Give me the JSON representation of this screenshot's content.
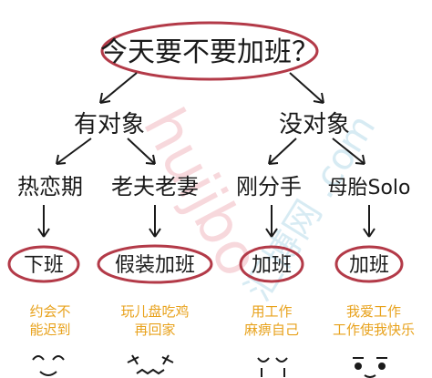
{
  "root": {
    "question": "今天要不要加班？"
  },
  "branches": {
    "left": {
      "label": "有对象"
    },
    "right": {
      "label": "没对象"
    }
  },
  "leaves": [
    {
      "stage": "热恋期",
      "decision": "下班",
      "reason_line1": "约会不",
      "reason_line2": "能迟到"
    },
    {
      "stage": "老夫老妻",
      "decision": "假装加班",
      "reason_line1": "玩儿盘吃鸡",
      "reason_line2": "再回家"
    },
    {
      "stage": "刚分手",
      "decision": "加班",
      "reason_line1": "用工作",
      "reason_line2": "麻痹自己"
    },
    {
      "stage": "母胎Solo",
      "decision": "加班",
      "reason_line1": "我爱工作",
      "reason_line2": "工作使我快乐"
    }
  ],
  "watermark": {
    "text_pink": "huijbo",
    "text_blue": "汇博网 .com"
  },
  "colors": {
    "ink": "#1a1a1a",
    "circle": "#b33a48",
    "reason": "#e8a21c"
  }
}
